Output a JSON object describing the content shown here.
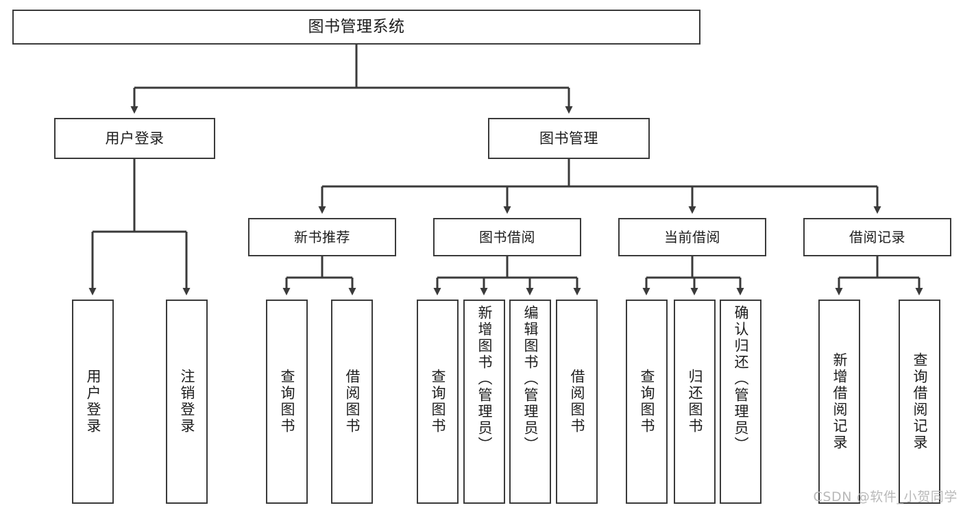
{
  "diagram": {
    "title": "图书管理系统",
    "type": "功能结构图",
    "root": {
      "label": "图书管理系统"
    },
    "level1": [
      {
        "label": "用户登录"
      },
      {
        "label": "图书管理"
      }
    ],
    "level2": [
      {
        "label": "新书推荐",
        "parent": "图书管理"
      },
      {
        "label": "图书借阅",
        "parent": "图书管理"
      },
      {
        "label": "当前借阅",
        "parent": "图书管理"
      },
      {
        "label": "借阅记录",
        "parent": "图书管理"
      }
    ],
    "leaves": {
      "user_login": [
        {
          "label": "用户登录"
        },
        {
          "label": "注销登录"
        }
      ],
      "new_book_recommend": [
        {
          "label": "查询图书"
        },
        {
          "label": "借阅图书"
        }
      ],
      "book_borrow": [
        {
          "label": "查询图书"
        },
        {
          "label": "新增图书（管理员）"
        },
        {
          "label": "编辑图书（管理员）"
        },
        {
          "label": "借阅图书"
        }
      ],
      "current_borrow": [
        {
          "label": "查询图书"
        },
        {
          "label": "归还图书"
        },
        {
          "label": "确认归还（管理员）"
        }
      ],
      "borrow_record": [
        {
          "label": "新增借阅记录"
        },
        {
          "label": "查询借阅记录"
        }
      ]
    },
    "watermark": "CSDN @软件_小贺同学",
    "colors": {
      "stroke": "#3a3a3a",
      "text": "#1d1d1d",
      "background": "#ffffff",
      "watermark": "#b9b9b9"
    }
  }
}
